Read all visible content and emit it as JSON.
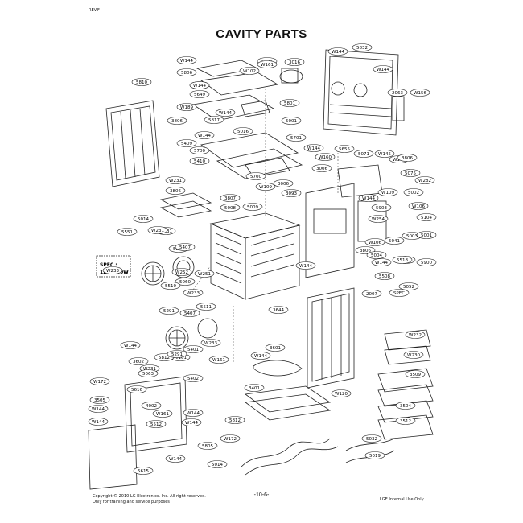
{
  "page": {
    "header_small": "REV.F",
    "title": "CAVITY PARTS",
    "copyright_line1": "Copyright © 2010 LG Electronics. Inc. All right reserved.",
    "copyright_line2": "Only for training and service purposes",
    "page_number": "-10-6-",
    "internal_note": "LGE Internal Use Only"
  },
  "spec_label": {
    "line1": "SPEC :",
    "line2": "120V, 40W"
  },
  "part_labels": [
    "W144",
    "5806",
    "W144",
    "3016",
    "5124",
    "W102",
    "W161",
    "5832",
    "W144",
    "W144",
    "5810",
    "W144",
    "5649",
    "5801",
    "2063",
    "W156",
    "W189",
    "W144",
    "3806",
    "5817",
    "5016",
    "5001",
    "5701",
    "W144",
    "5409",
    "5700",
    "5410",
    "W144",
    "5700",
    "W109",
    "3006",
    "3006",
    "5071",
    "W145",
    "5655",
    "W160",
    "W146",
    "3806",
    "5075",
    "W282",
    "W231",
    "3806",
    "5014",
    "W231",
    "5009",
    "3807",
    "5008",
    "3093",
    "W144",
    "W109",
    "5002",
    "5903",
    "W106",
    "5104",
    "W254",
    "5551",
    "W231",
    "5291",
    "5407",
    "W106",
    "5003",
    "5041",
    "5001",
    "3806",
    "5004",
    "W144",
    "W156",
    "5900",
    "W144",
    "5518",
    "5508",
    "5052",
    "W252",
    "5060",
    "W251",
    "W233",
    "5510",
    "2007",
    "SPEC",
    "W233",
    "5291",
    "5407",
    "5511",
    "3644",
    "W232",
    "W233",
    "5401",
    "W144",
    "3601",
    "W230",
    "3602",
    "W161",
    "5812",
    "W144",
    "W231",
    "W161",
    "5291",
    "3509",
    "5063",
    "5402",
    "W172",
    "5616",
    "3401",
    "W120",
    "3504",
    "3505",
    "4002",
    "W161",
    "W144",
    "W144",
    "3512",
    "W144",
    "5512",
    "W144",
    "5812",
    "5805",
    "W172",
    "5032",
    "W144",
    "5615",
    "5014",
    "5019"
  ]
}
